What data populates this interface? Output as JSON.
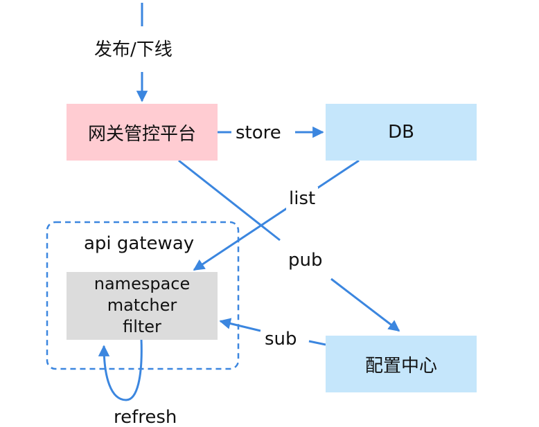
{
  "colors": {
    "arrow": "#3b86df",
    "gateway_border": "#3b86df",
    "admin_fill": "#ffccd2",
    "db_fill": "#c5e6fb",
    "config_fill": "#c5e6fb",
    "gateway_inner_fill": "#dcdcdc"
  },
  "nodes": {
    "admin": "网关管控平台",
    "db": "DB",
    "config": "配置中心",
    "gateway_title": "api gateway",
    "gateway_items": [
      "namespace",
      "matcher",
      "filter"
    ]
  },
  "edges": {
    "publish": "发布/下线",
    "store": "store",
    "list": "list",
    "pub": "pub",
    "sub": "sub",
    "refresh": "refresh"
  }
}
